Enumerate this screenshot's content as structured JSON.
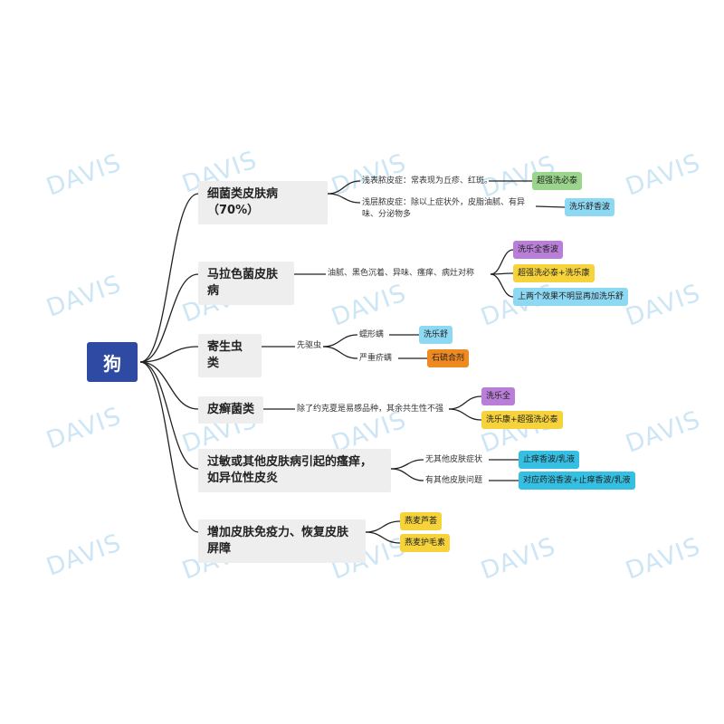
{
  "root": {
    "label": "狗"
  },
  "watermark": "DAVIS",
  "colors": {
    "root": "#2e4aa3",
    "line": "#222222",
    "branch_bg": "#eeeeee"
  },
  "branches": [
    {
      "label": "细菌类皮肤病（70%）",
      "subs": [
        {
          "text": "浅表脓皮症：常表现为丘疹、红斑。",
          "leaves": [
            {
              "label": "超强洗必泰",
              "color": "green"
            }
          ]
        },
        {
          "text": "浅层脓皮症：除以上症状外，皮脂油腻、有异味、分泌物多",
          "leaves": [
            {
              "label": "洗乐舒香波",
              "color": "blue"
            }
          ]
        }
      ]
    },
    {
      "label": "马拉色菌皮肤病",
      "subs": [
        {
          "text": "油腻、黑色沉着、异味、瘙痒、病灶对称",
          "leaves": [
            {
              "label": "洗乐全香波",
              "color": "purple"
            },
            {
              "label": "超强洗必泰+洗乐康",
              "color": "yellow"
            },
            {
              "label": "上两个效果不明显再加洗乐舒",
              "color": "blue"
            }
          ]
        }
      ]
    },
    {
      "label": "寄生虫类",
      "subs": [
        {
          "text": "先驱虫",
          "subs": [
            {
              "text": "蠕形螨",
              "leaves": [
                {
                  "label": "洗乐舒",
                  "color": "blue"
                }
              ]
            },
            {
              "text": "严重疥螨",
              "leaves": [
                {
                  "label": "石硫合剂",
                  "color": "orange"
                }
              ]
            }
          ]
        }
      ]
    },
    {
      "label": "皮癣菌类",
      "subs": [
        {
          "text": "除了约克夏是易感品种，其余共生性不强",
          "leaves": [
            {
              "label": "洗乐全",
              "color": "purple"
            },
            {
              "label": "洗乐康+超强洗必泰",
              "color": "yellow"
            }
          ]
        }
      ]
    },
    {
      "label": "过敏或其他皮肤病引起的瘙痒，如异位性皮炎",
      "subs": [
        {
          "text": "无其他皮肤症状",
          "leaves": [
            {
              "label": "止痒香波/乳液",
              "color": "cyan"
            }
          ]
        },
        {
          "text": "有其他皮肤问题",
          "leaves": [
            {
              "label": "对应药浴香波+止痒香波/乳液",
              "color": "cyan"
            }
          ]
        }
      ]
    },
    {
      "label": "增加皮肤免疫力、恢复皮肤屏障",
      "leaves": [
        {
          "label": "燕麦芦荟",
          "color": "yellow"
        },
        {
          "label": "燕麦护毛素",
          "color": "yellow"
        }
      ]
    }
  ]
}
